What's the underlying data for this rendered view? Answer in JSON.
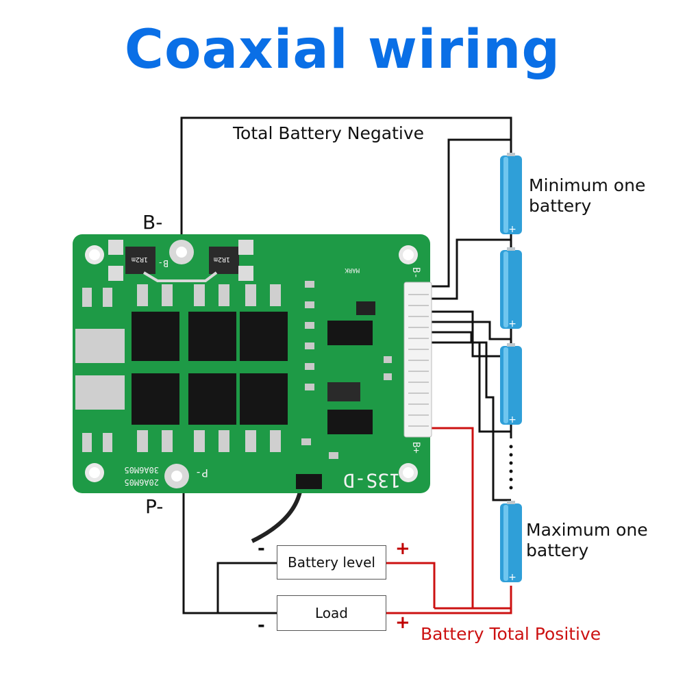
{
  "title": "Coaxial wiring",
  "colors": {
    "title": "#0a6fe6",
    "pcb": "#1e9a46",
    "wire_black": "#111111",
    "wire_red": "#cc1111",
    "cell": "#2f9fd8"
  },
  "labels": {
    "total_negative": "Total Battery Negative",
    "min_battery": "Minimum one battery",
    "max_battery": "Maximum one battery",
    "b_minus": "B-",
    "p_minus": "P-",
    "total_positive": "Battery Total Positive"
  },
  "boxes": {
    "battery_level": "Battery level",
    "load": "Load"
  },
  "signs": {
    "minus": "-",
    "plus": "+"
  },
  "pcb": {
    "model": "13S-D",
    "pad_b_minus": "B-",
    "pad_p_minus": "P-",
    "conn_b_minus": "B-",
    "conn_b_plus": "B+",
    "code1": "30A6M05",
    "code2": "20A6M05",
    "mark": "MARK",
    "res1": "1R2m",
    "res2": "1R2m"
  }
}
